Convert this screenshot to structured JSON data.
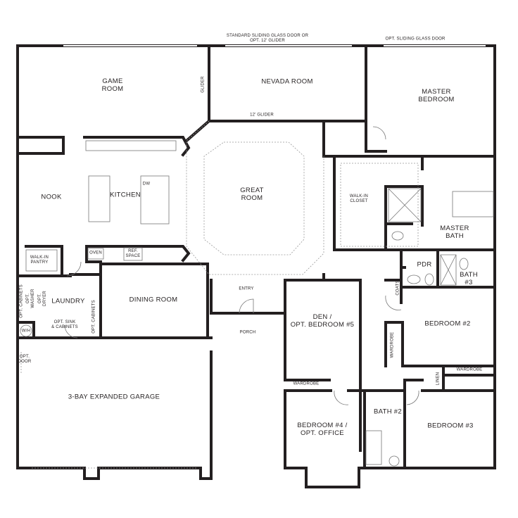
{
  "plan": {
    "wall_color": "#231f20",
    "rooms": {
      "game_room": "GAME\nROOM",
      "nevada_room": "NEVADA ROOM",
      "master_bedroom": "MASTER\nBEDROOM",
      "nook": "NOOK",
      "kitchen": "KITCHEN",
      "great_room": "GREAT\nROOM",
      "walk_in_closet": "WALK-IN\nCLOSET",
      "master_bath": "MASTER\nBATH",
      "walk_in_pantry": "WALK-IN\nPANTRY",
      "laundry": "LAUNDRY",
      "dining_room": "DINING ROOM",
      "entry": "ENTRY",
      "porch": "PORCH",
      "den": "DEN /\nOPT. BEDROOM #5",
      "pdr": "PDR",
      "bath3": "BATH\n#3",
      "bedroom2": "BEDROOM #2",
      "garage": "3-BAY EXPANDED GARAGE",
      "bedroom4": "BEDROOM #4 /\nOPT. OFFICE",
      "bath2": "BATH #2",
      "bedroom3": "BEDROOM #3"
    },
    "notes": {
      "sliding_door_top": "STANDARD SLIDING GLASS DOOR OR\nOPT. 12' GLIDER",
      "opt_sliding_door": "OPT. SLIDING GLASS DOOR",
      "glider_vertical": "GLIDER",
      "glider_12": "12' GLIDER",
      "dw": "DW",
      "oven": "OVEN",
      "ref_space": "REF.\nSPACE",
      "opt_cabinets_left": "OPT. CABINETS",
      "opt_washer": "OPT.\nWASHER",
      "opt_dryer": "OPT.\nDRYER",
      "opt_sink": "OPT. SINK\n& CABINETS",
      "opt_cabinets_right": "OPT. CABINETS",
      "wh": "W/H",
      "opt_door": "OPT.\nDOOR",
      "coats": "COATS",
      "wardrobe_bed2": "WARDROBE",
      "wardrobe_den": "WARDROBE",
      "wardrobe_linen": "WARDROBE",
      "linen": "LINEN"
    }
  }
}
